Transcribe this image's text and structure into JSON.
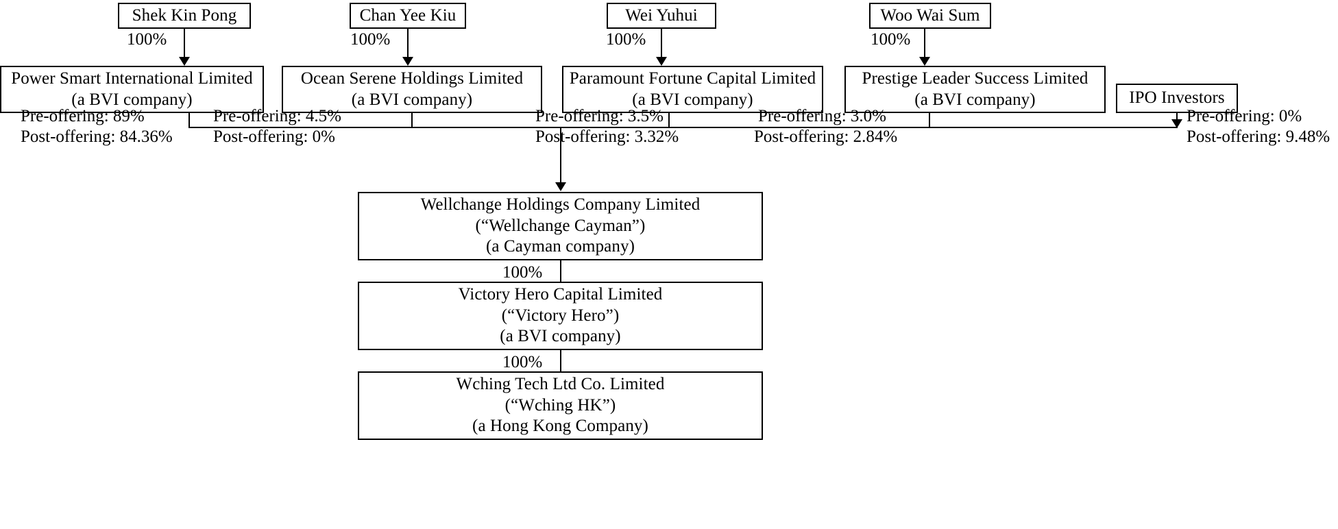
{
  "diagram": {
    "title": "Shareholding and corporate structure chart",
    "accent_color": "#000000",
    "background_color": "#ffffff",
    "shareholders": [
      {
        "id": "shek-kin-pong",
        "name": "Shek Kin Pong",
        "ownership": "100%"
      },
      {
        "id": "chan-yee-kiu",
        "name": "Chan Yee Kiu",
        "ownership": "100%"
      },
      {
        "id": "wei-yuhui",
        "name": "Wei Yuhui",
        "ownership": "100%"
      },
      {
        "id": "woo-wai-sum",
        "name": "Woo Wai Sum",
        "ownership": "100%"
      }
    ],
    "holding_entities": [
      {
        "id": "power-smart",
        "name": "Power Smart International Limited",
        "jurisdiction": "(a BVI company)",
        "pre_offering": "Pre-offering: 89%",
        "post_offering": "Post-offering: 84.36%"
      },
      {
        "id": "ocean-serene",
        "name": "Ocean Serene Holdings Limited",
        "jurisdiction": "(a BVI company)",
        "pre_offering": "Pre-offering: 4.5%",
        "post_offering": "Post-offering: 0%"
      },
      {
        "id": "paramount-fortune",
        "name": "Paramount Fortune Capital Limited",
        "jurisdiction": "(a BVI company)",
        "pre_offering": "Pre-offering: 3.5%",
        "post_offering": "Post-offering: 3.32%"
      },
      {
        "id": "prestige-leader",
        "name": "Prestige Leader Success Limited",
        "jurisdiction": "(a BVI company)",
        "pre_offering": "Pre-offering: 3.0%",
        "post_offering": "Post-offering: 2.84%"
      },
      {
        "id": "ipo-investors",
        "name": "IPO Investors",
        "jurisdiction": "",
        "pre_offering": "Pre-offering: 0%",
        "post_offering": "Post-offering: 9.48%"
      }
    ],
    "group_chain": [
      {
        "id": "wellchange-cayman",
        "name": "Wellchange Holdings Company Limited",
        "alias": "(“Wellchange Cayman”)",
        "jurisdiction": "(a Cayman company)",
        "ownership_to_next": "100%"
      },
      {
        "id": "victory-hero",
        "name": "Victory Hero Capital Limited",
        "alias": "(“Victory Hero”)",
        "jurisdiction": "(a BVI company)",
        "ownership_to_next": "100%"
      },
      {
        "id": "wching-hk",
        "name": "Wching Tech Ltd Co. Limited",
        "alias": "(“Wching HK”)",
        "jurisdiction": "(a Hong Kong Company)",
        "ownership_to_next": ""
      }
    ]
  }
}
